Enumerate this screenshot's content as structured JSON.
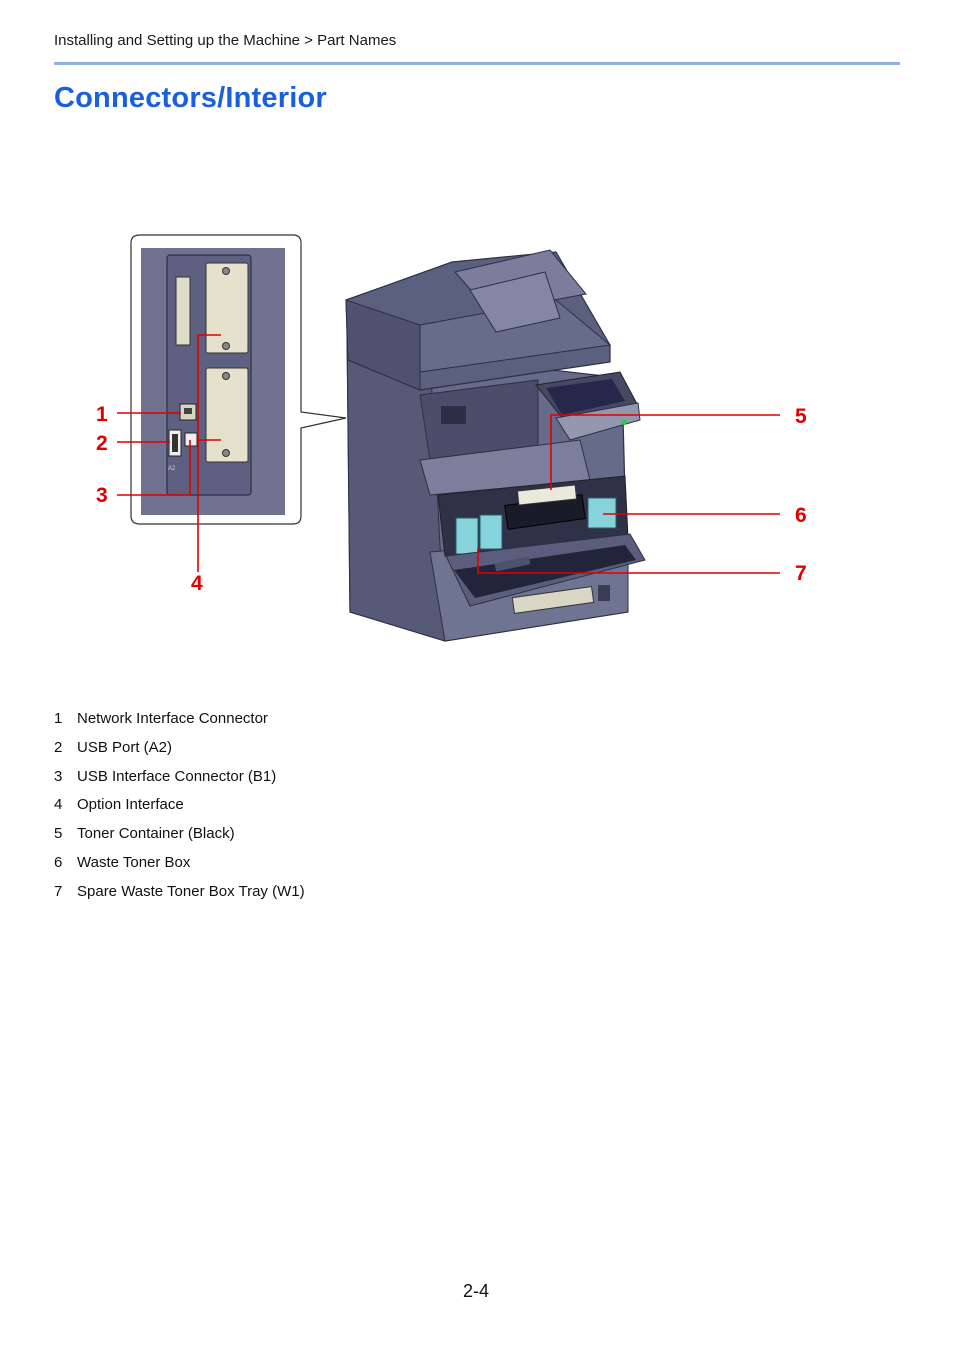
{
  "breadcrumb": "Installing and Setting up the Machine > Part Names",
  "title": "Connectors/Interior",
  "figure": {
    "callouts": [
      "1",
      "2",
      "3",
      "4",
      "5",
      "6",
      "7"
    ],
    "port_label_a2": "A2"
  },
  "legend": [
    {
      "num": "1",
      "label": "Network Interface Connector"
    },
    {
      "num": "2",
      "label": "USB Port (A2)"
    },
    {
      "num": "3",
      "label": "USB Interface Connector (B1)"
    },
    {
      "num": "4",
      "label": "Option Interface"
    },
    {
      "num": "5",
      "label": "Toner Container (Black)"
    },
    {
      "num": "6",
      "label": "Waste Toner Box"
    },
    {
      "num": "7",
      "label": "Spare Waste Toner Box Tray (W1)"
    }
  ],
  "page_number": "2-4",
  "colors": {
    "title": "#1a5fe0",
    "rule": "#8fb0e8",
    "callout": "#e00000",
    "machine": "#6a6f8c",
    "toner": "#86d3dc"
  }
}
